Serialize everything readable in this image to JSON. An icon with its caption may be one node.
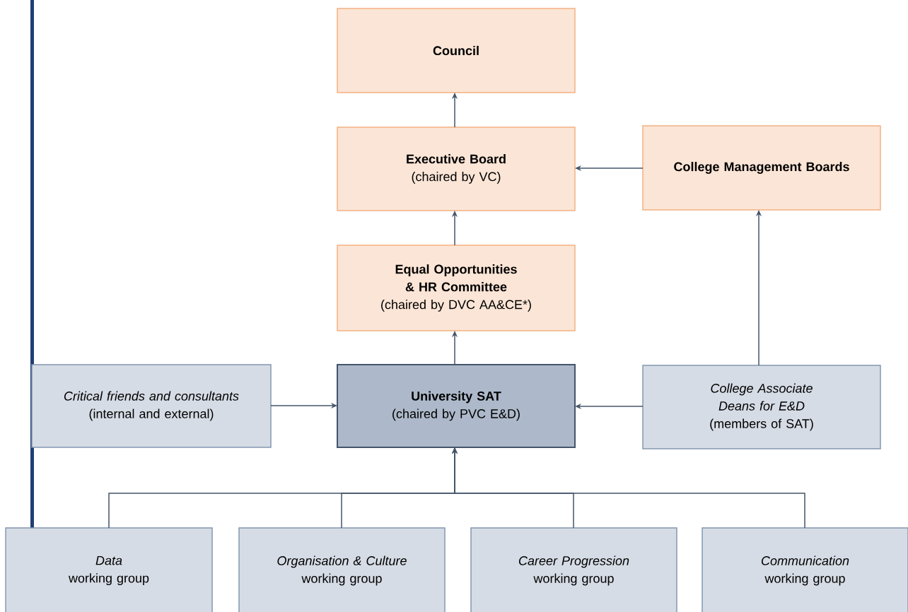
{
  "diagram": {
    "nodes": [
      {
        "text": [
          "Council"
        ]
      },
      {
        "text": [
          "Executive Board",
          "(chaired by VC)"
        ]
      },
      {
        "text": [
          "College Management Boards"
        ]
      },
      {
        "text": [
          "Equal Opportunities & HR Committee",
          "(chaired by DVC AA&CE*)"
        ]
      },
      {
        "text": [
          "Critical friends and consultants",
          "(internal and external)"
        ]
      },
      {
        "text": [
          "University SAT",
          "(chaired by PVC E&D)"
        ]
      },
      {
        "text": [
          "College Associate Deans for E&D",
          "(members of SAT)"
        ]
      },
      {
        "text": [
          "Data",
          "working group"
        ]
      },
      {
        "text": [
          "Organisation & Culture",
          "working group"
        ]
      },
      {
        "text": [
          "Career Progression",
          "working group"
        ]
      },
      {
        "text": [
          "Communication",
          "working group"
        ]
      }
    ],
    "edges": [
      {
        "from": 1,
        "to": 0,
        "arrow": "to"
      },
      {
        "from": 2,
        "to": 1,
        "arrow": "to"
      },
      {
        "from": 3,
        "to": 1,
        "arrow": "to"
      },
      {
        "from": 5,
        "to": 3,
        "arrow": "to"
      },
      {
        "from": 4,
        "to": 5,
        "arrow": "to"
      },
      {
        "from": 6,
        "to": 5,
        "arrow": "to"
      },
      {
        "from": 6,
        "to": 2,
        "arrow": "to"
      },
      {
        "from": 7,
        "to": 5,
        "arrow": "to"
      },
      {
        "from": 8,
        "to": 5,
        "arrow": "to"
      },
      {
        "from": 9,
        "to": 5,
        "arrow": "to"
      },
      {
        "from": 10,
        "to": 5,
        "arrow": "to"
      }
    ]
  }
}
